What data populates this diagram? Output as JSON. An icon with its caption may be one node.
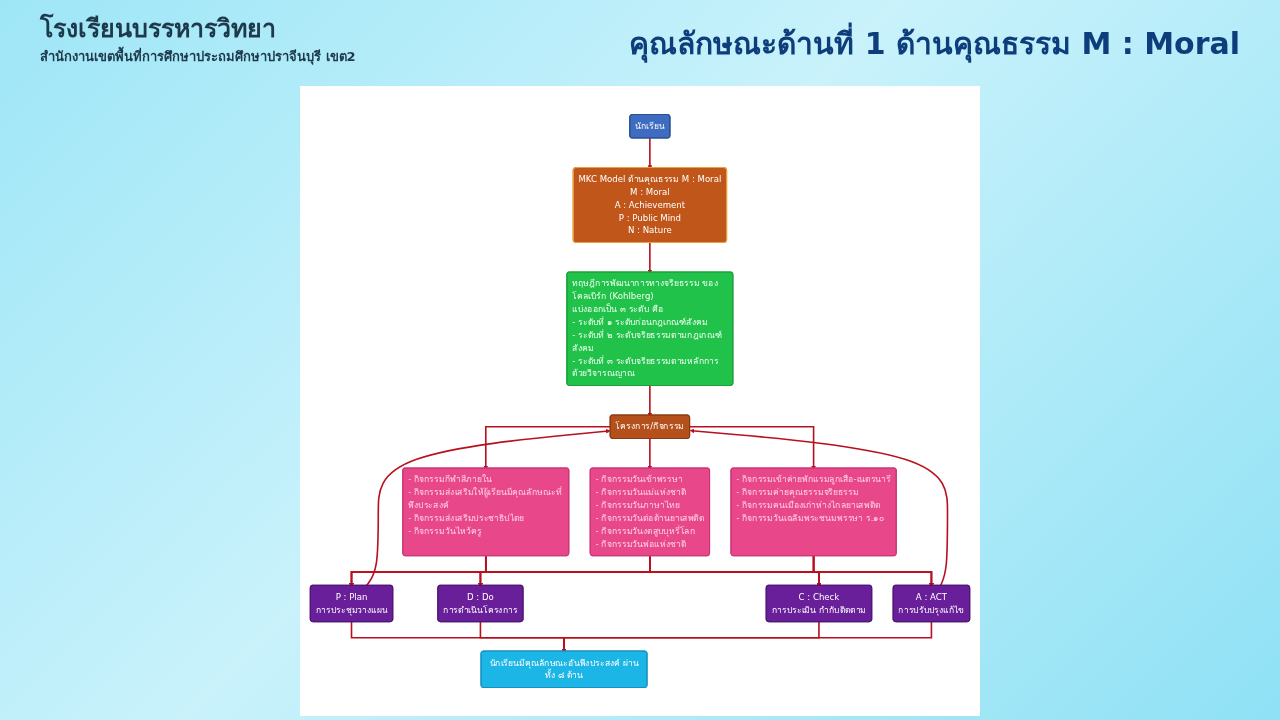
{
  "diagram": {
    "title": "คุณลักษณะด้านที่ 1 ด้านคุณธรรม M : Moral",
    "nodes": [
      {
        "text": [
          "นักเรียน"
        ]
      },
      {
        "text": [
          "MKC Model ด้านคุณธรรม M : Moral",
          "M : Moral",
          "A : Achievement",
          "P : Public Mind",
          "N : Nature"
        ]
      },
      {
        "text": [
          "ทฤษฎีการพัฒนาการทางจริยธรรม ของโคลเบิร์ก (Kohlberg)",
          "แบ่งออกเป็น ๓ ระดับ คือ",
          "- ระดับที่ ๑ ระดับก่อนกฎเกณฑ์สังคม",
          "- ระดับที่ ๒ ระดับจริยธรรมตามกฎเกณฑ์สังคม",
          "- ระดับที่ ๓ ระดับจริยธรรมตามหลักการด้วยวิจารณญาณ"
        ]
      },
      {
        "text": [
          "โครงการ/กิจกรรม"
        ]
      },
      {
        "text": [
          "- กิจกรรมกีฬาสีภายใน",
          "- กิจกรรมส่งเสริมให้ผู้เรียนมีคุณลักษณะที่พึงประสงค์",
          "- กิจกรรมส่งเสริมประชาธิปไตย",
          "- กิจกรรมวันไหว้ครู"
        ]
      },
      {
        "text": [
          "- กิจกรรมวันเข้าพรรษา",
          "- กิจกรรมวันแม่แห่งชาติ",
          "- กิจกรรมวันภาษาไทย",
          "- กิจกรรมวันต่อต้านยาเสพติด",
          "- กิจกรรมวันงดสูบบุหรี่โลก",
          "- กิจกรรมวันพ่อแห่งชาติ"
        ]
      },
      {
        "text": [
          "- กิจกรรมเข้าค่ายพักแรมลูกเสือ-เนตรนารี",
          "- กิจกรรมค่ายคุณธรรมจริยธรรม",
          "- กิจกรรมคนเมืองเก่าห่างไกลยาเสพติด",
          "- กิจกรรมวันเฉลิมพระชนมพรรษา ร.๑๐"
        ]
      },
      {
        "text": [
          "P : Plan",
          "การประชุมวางแผน"
        ]
      },
      {
        "text": [
          "D : Do",
          "การดำเนินโครงการ"
        ]
      },
      {
        "text": [
          "C : Check",
          "การประเมิน กำกับติดตาม"
        ]
      },
      {
        "text": [
          "A : ACT",
          "การปรับปรุงแก้ไข"
        ]
      },
      {
        "text": [
          "นักเรียนมีคุณลักษณะอันพึงประสงค์ ผ่านทั้ง ๘ ด้าน"
        ]
      }
    ],
    "edges": [
      {
        "from": 0,
        "to": 1,
        "arrow": "to"
      },
      {
        "from": 1,
        "to": 2,
        "arrow": "to"
      },
      {
        "from": 2,
        "to": 3,
        "arrow": "to"
      },
      {
        "from": 3,
        "to": 4,
        "arrow": "to"
      },
      {
        "from": 3,
        "to": 5,
        "arrow": "to"
      },
      {
        "from": 3,
        "to": 6,
        "arrow": "to"
      },
      {
        "from": 4,
        "to": 7,
        "arrow": "to"
      },
      {
        "from": 4,
        "to": 8,
        "arrow": "to"
      },
      {
        "from": 4,
        "to": 9,
        "arrow": "to"
      },
      {
        "from": 4,
        "to": 10,
        "arrow": "to"
      },
      {
        "from": 5,
        "to": 7,
        "arrow": "to"
      },
      {
        "from": 5,
        "to": 8,
        "arrow": "to"
      },
      {
        "from": 5,
        "to": 9,
        "arrow": "to"
      },
      {
        "from": 5,
        "to": 10,
        "arrow": "to"
      },
      {
        "from": 6,
        "to": 7,
        "arrow": "to"
      },
      {
        "from": 6,
        "to": 8,
        "arrow": "to"
      },
      {
        "from": 6,
        "to": 9,
        "arrow": "to"
      },
      {
        "from": 6,
        "to": 10,
        "arrow": "to"
      },
      {
        "from": 7,
        "to": 11,
        "arrow": "to"
      },
      {
        "from": 8,
        "to": 11,
        "arrow": "to"
      },
      {
        "from": 9,
        "to": 11,
        "arrow": "to"
      },
      {
        "from": 10,
        "to": 11,
        "arrow": "to"
      },
      {
        "from": 7,
        "to": 3,
        "arrow": "to"
      },
      {
        "from": 10,
        "to": 3,
        "arrow": "to"
      }
    ],
    "labels": [
      "โรงเรียนบรรหารวิทยา",
      "สำนักงานเขตพื้นที่การศึกษาประถมศึกษาปราจีนบุรี เขต2"
    ]
  }
}
